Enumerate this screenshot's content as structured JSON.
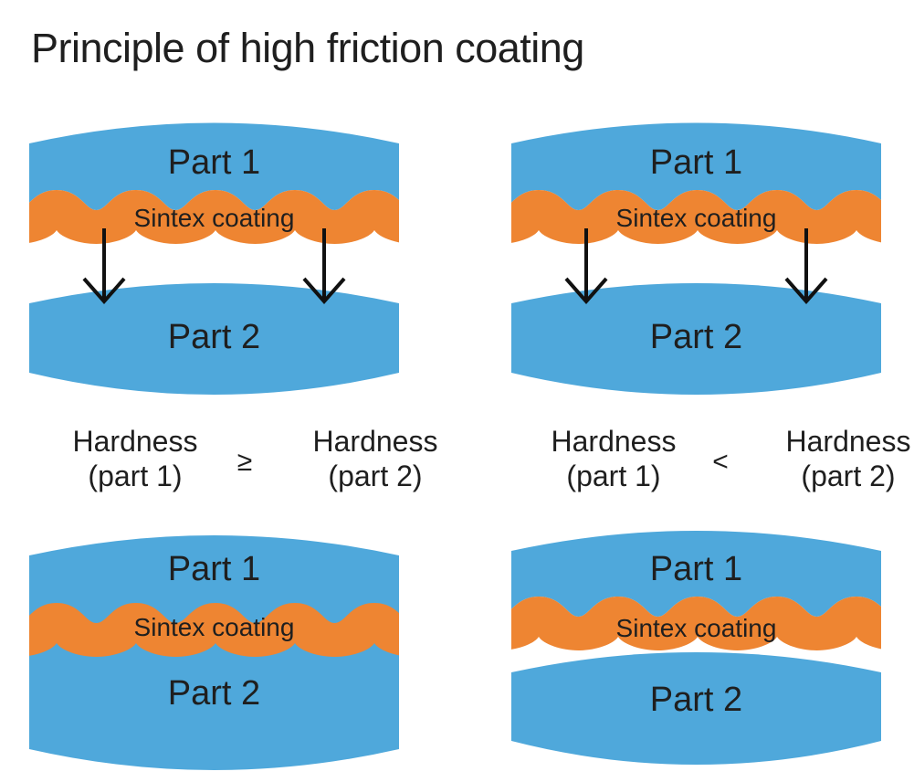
{
  "title": "Principle of high friction coating",
  "colors": {
    "part_blue": "#4FA8DB",
    "coating_orange": "#EE8532",
    "text": "#1F1F1F",
    "background": "#FFFFFF"
  },
  "diagrams": {
    "top_left": {
      "part1_label": "Part 1",
      "coating_label": "Sintex coating",
      "part2_label": "Part 2"
    },
    "top_right": {
      "part1_label": "Part 1",
      "coating_label": "Sintex coating",
      "part2_label": "Part 2"
    },
    "bottom_left": {
      "part1_label": "Part 1",
      "coating_label": "Sintex coating",
      "part2_label": "Part 2"
    },
    "bottom_right": {
      "part1_label": "Part 1",
      "coating_label": "Sintex coating",
      "part2_label": "Part 2"
    }
  },
  "conditions": {
    "left": {
      "lhs_line1": "Hardness",
      "lhs_line2": "(part 1)",
      "operator": "≥",
      "rhs_line1": "Hardness",
      "rhs_line2": "(part 2)"
    },
    "right": {
      "lhs_line1": "Hardness",
      "lhs_line2": "(part 1)",
      "operator": "<",
      "rhs_line1": "Hardness",
      "rhs_line2": "(part 2)"
    }
  }
}
